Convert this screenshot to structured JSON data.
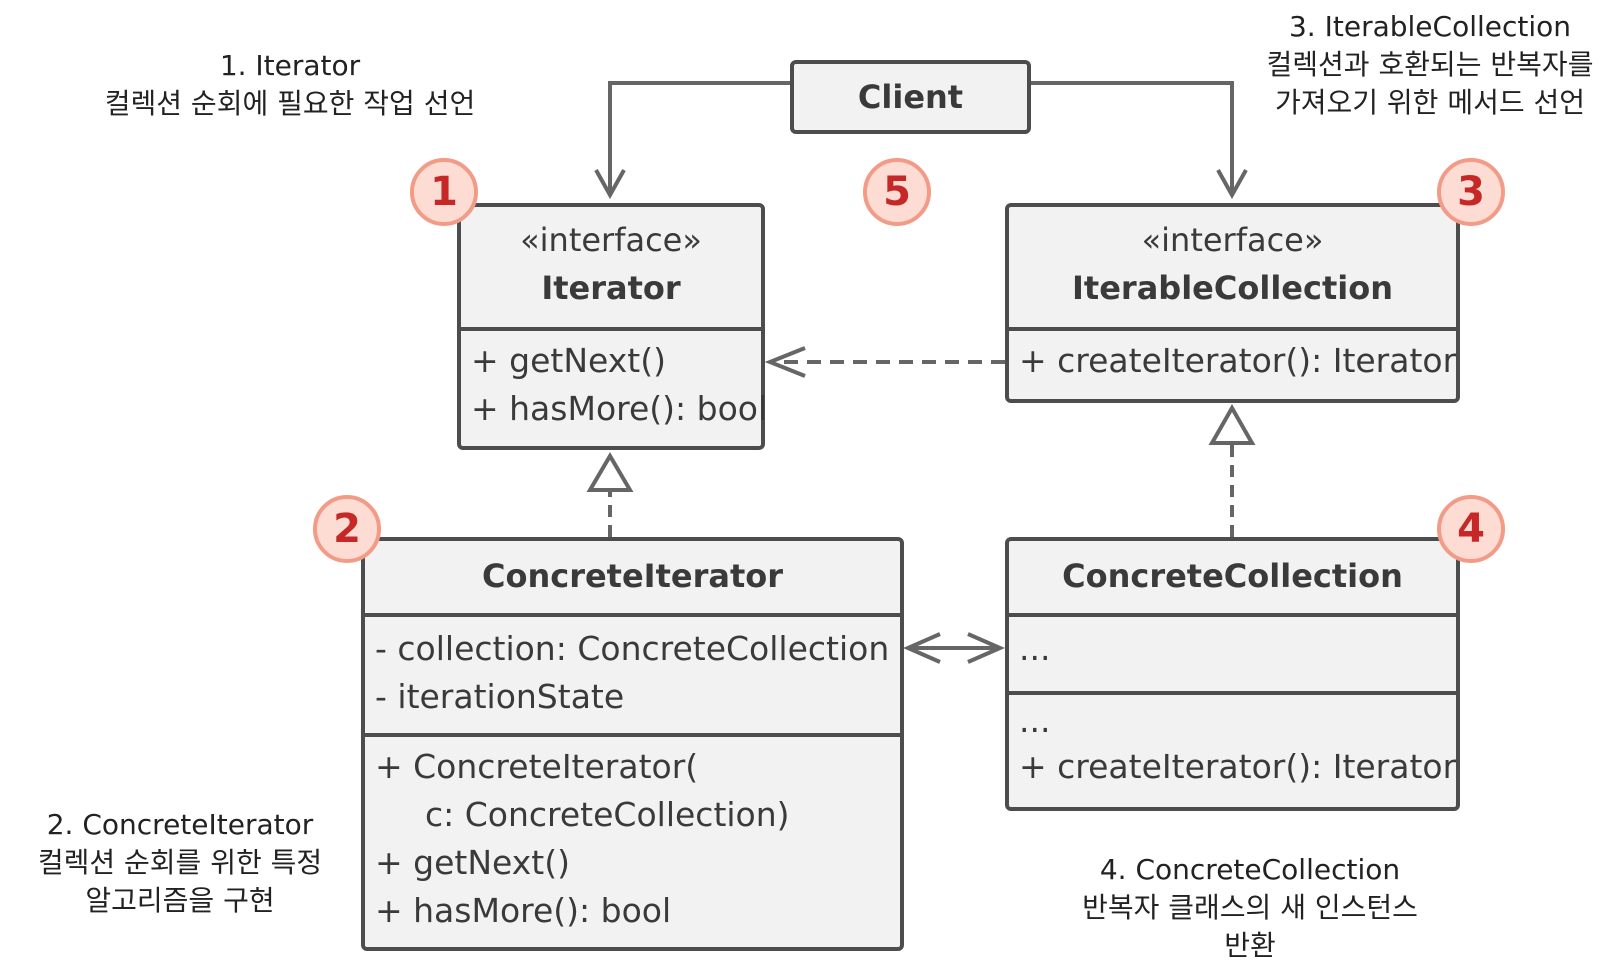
{
  "client": {
    "title": "Client"
  },
  "iterator": {
    "stereotype": "«interface»",
    "title": "Iterator",
    "methods": [
      "+ getNext()",
      "+ hasMore(): bool"
    ]
  },
  "iterable_collection": {
    "stereotype": "«interface»",
    "title": "IterableCollection",
    "methods": [
      "+ createIterator(): Iterator"
    ]
  },
  "concrete_iterator": {
    "title": "ConcreteIterator",
    "fields": [
      "- collection: ConcreteCollection",
      "- iterationState"
    ],
    "methods": [
      "+ ConcreteIterator(",
      "c: ConcreteCollection)",
      "+ getNext()",
      "+ hasMore(): bool"
    ]
  },
  "concrete_collection": {
    "title": "ConcreteCollection",
    "fields": [
      "..."
    ],
    "methods": [
      "...",
      "+ createIterator(): Iterator"
    ]
  },
  "badges": [
    "1",
    "2",
    "3",
    "4",
    "5"
  ],
  "notes": {
    "n1": [
      "1. Iterator",
      "컬렉션 순회에 필요한 작업 선언"
    ],
    "n2": [
      "2. ConcreteIterator",
      "컬렉션 순회를 위한 특정",
      "알고리즘을 구현"
    ],
    "n3": [
      "3. IterableCollection",
      "컬렉션과 호환되는 반복자를",
      "가져오기 위한 메서드 선언"
    ],
    "n4": [
      "4. ConcreteCollection",
      "반복자 클래스의 새 인스턴스",
      "반환"
    ]
  },
  "colors": {
    "box_fill": "#f2f2f2",
    "box_border": "#4d4d4d",
    "badge_fill": "#fcdcd3",
    "badge_border": "#f29b87",
    "badge_text": "#c62828",
    "arrow": "#666666"
  }
}
